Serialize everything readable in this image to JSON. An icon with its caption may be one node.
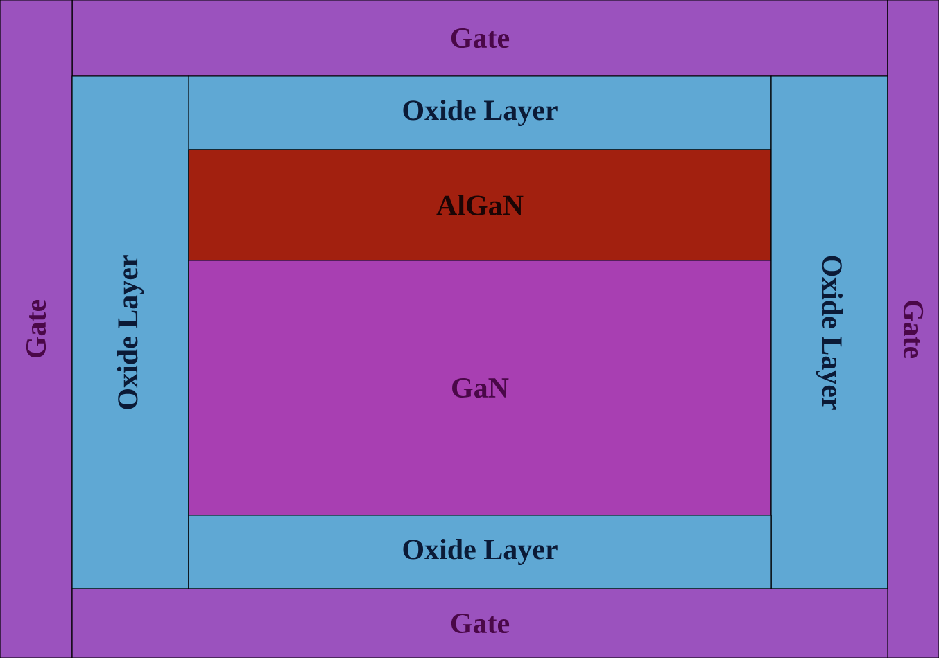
{
  "diagram": {
    "nodes": [
      {
        "text": [
          "Gate"
        ]
      },
      {
        "text": [
          "Oxide Layer"
        ]
      },
      {
        "text": [
          "Gate"
        ]
      },
      {
        "text": [
          "Oxide Layer"
        ]
      },
      {
        "text": [
          "AlGaN"
        ]
      },
      {
        "text": [
          "GaN"
        ]
      },
      {
        "text": [
          "Oxide Layer"
        ]
      },
      {
        "text": [
          "Gate"
        ]
      },
      {
        "text": [
          "Oxide Layer"
        ]
      },
      {
        "text": [
          "Gate"
        ]
      }
    ]
  }
}
